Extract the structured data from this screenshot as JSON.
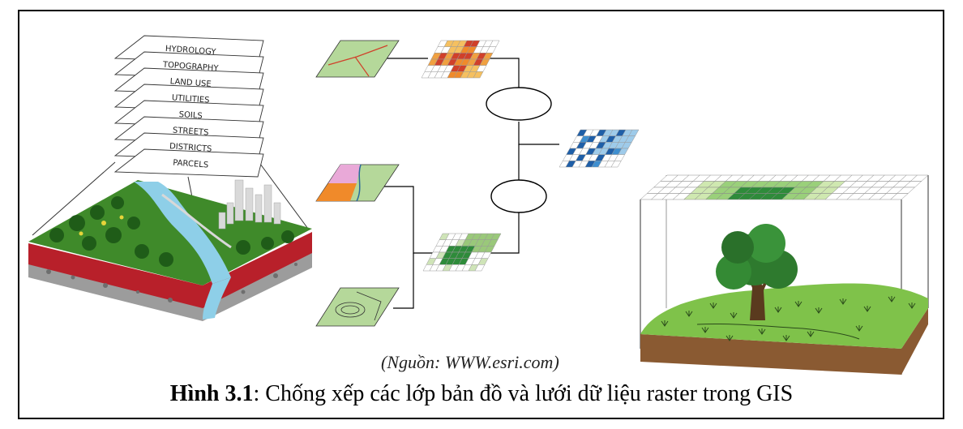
{
  "layers": [
    "HYDROLOGY",
    "TOPOGRAPHY",
    "LAND USE",
    "UTILITIES",
    "SOILS",
    "STREETS",
    "DISTRICTS",
    "PARCELS"
  ],
  "source": "(Nguồn: WWW.esri.com)",
  "caption": {
    "label": "Hình 3.1",
    "text": ": Chống xếp các lớp bản đồ và lưới dữ liệu raster trong GIS"
  },
  "colors": {
    "map_green": "#b5d89a",
    "water_blue": "#8ecfe8",
    "soil_red": "#b8202a",
    "grass_green": "#7fc24a",
    "earth_brown": "#8a5a32",
    "grid_dark_green": "#2e8b3a"
  }
}
